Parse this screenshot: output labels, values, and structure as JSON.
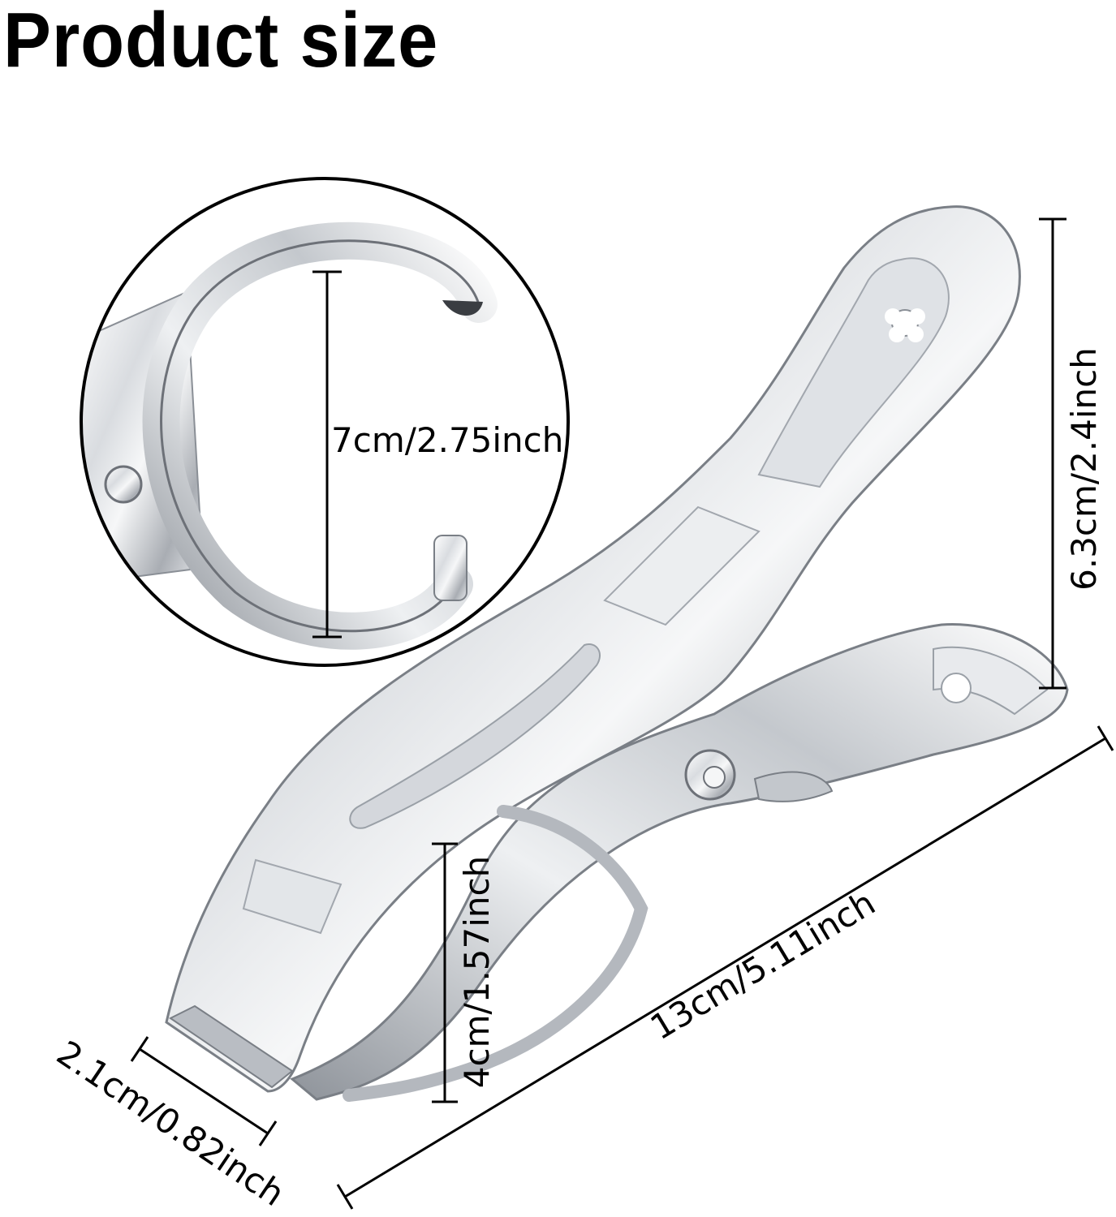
{
  "title": "Product size",
  "dimensions": {
    "ring_diameter": "7cm/2.75inch",
    "height": "6.3cm/2.4inch",
    "jaw_opening": "4cm/1.57inch",
    "length": "13cm/5.11inch",
    "width": "2.1cm/0.82inch"
  },
  "colors": {
    "metal_light": "#f4f5f7",
    "metal_mid": "#c9ccd1",
    "metal_dark": "#6d7178",
    "line": "#000000"
  }
}
